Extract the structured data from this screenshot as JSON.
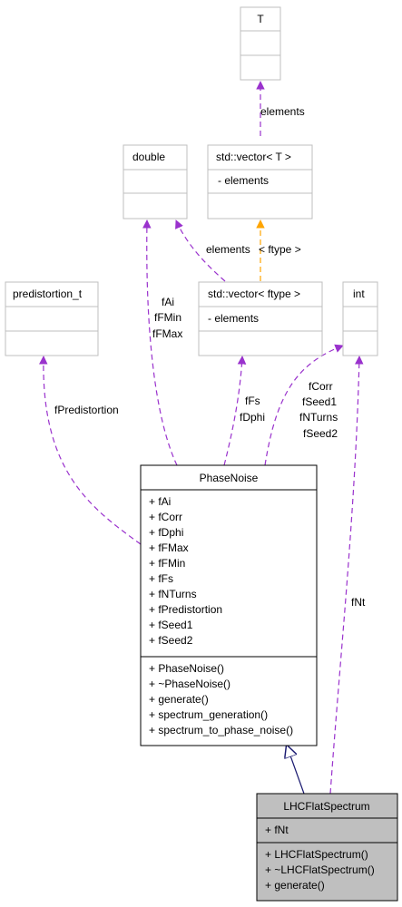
{
  "colors": {
    "dependency": "#9a32cd",
    "template": "#ffa500",
    "inheritance": "#191970",
    "box_border_light": "#bfbfbf",
    "box_border_dark": "#000000",
    "highlight_fill": "#bfbfbf"
  },
  "classes": {
    "T": {
      "name": "T",
      "attributes": [],
      "methods": []
    },
    "vectorT": {
      "name": "std::vector< T >",
      "attributes": [
        "- elements"
      ],
      "methods": []
    },
    "double": {
      "name": "double",
      "attributes": [],
      "methods": []
    },
    "predistortion": {
      "name": "predistortion_t",
      "attributes": [],
      "methods": []
    },
    "vectorFtype": {
      "name": "std::vector< ftype >",
      "attributes": [
        "- elements"
      ],
      "methods": []
    },
    "int": {
      "name": "int",
      "attributes": [],
      "methods": []
    },
    "phaseNoise": {
      "name": "PhaseNoise",
      "attributes": [
        "+ fAi",
        "+ fCorr",
        "+ fDphi",
        "+ fFMax",
        "+ fFMin",
        "+ fFs",
        "+ fNTurns",
        "+ fPredistortion",
        "+ fSeed1",
        "+ fSeed2"
      ],
      "methods": [
        "+ PhaseNoise()",
        "+ ~PhaseNoise()",
        "+ generate()",
        "+ spectrum_generation()",
        "+ spectrum_to_phase_noise()"
      ]
    },
    "lhcFlat": {
      "name": "LHCFlatSpectrum",
      "attributes": [
        "+ fNt"
      ],
      "methods": [
        "+ LHCFlatSpectrum()",
        "+ ~LHCFlatSpectrum()",
        "+ generate()"
      ]
    }
  },
  "edge_labels": {
    "T_to_vectorT": "elements",
    "vectorT_to_vectorFtype": "elements",
    "ftype_template": "< ftype >",
    "double_to_phase": [
      "fAi",
      "fFMin",
      "fFMax"
    ],
    "predistortion_to_phase": "fPredistortion",
    "vectorFtype_to_phase": [
      "fFs",
      "fDphi"
    ],
    "int_to_phase": [
      "fCorr",
      "fSeed1",
      "fNTurns",
      "fSeed2"
    ],
    "int_to_lhc": "fNt"
  }
}
